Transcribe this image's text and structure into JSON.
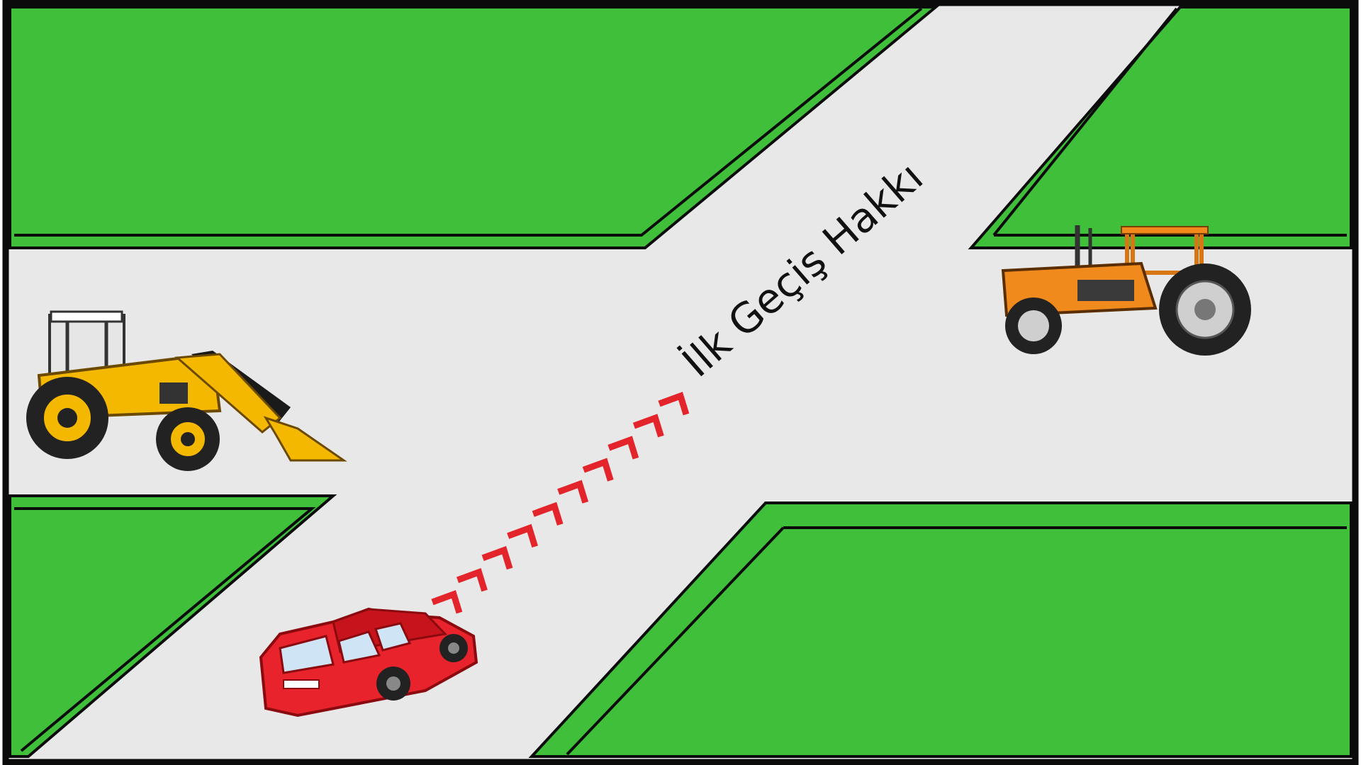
{
  "labels": {
    "road_label": "İlk Geçiş Hakkı"
  },
  "vehicles": [
    {
      "name": "backhoe-loader",
      "color": "#f5b800"
    },
    {
      "name": "tractor",
      "color": "#f08a1c"
    },
    {
      "name": "car",
      "color": "#e8232b"
    }
  ],
  "colors": {
    "grass": "#3fbf3a",
    "road": "#e8e8e8",
    "border": "#0b0b0b",
    "chevron": "#e3242b"
  },
  "chevron_count": 10
}
